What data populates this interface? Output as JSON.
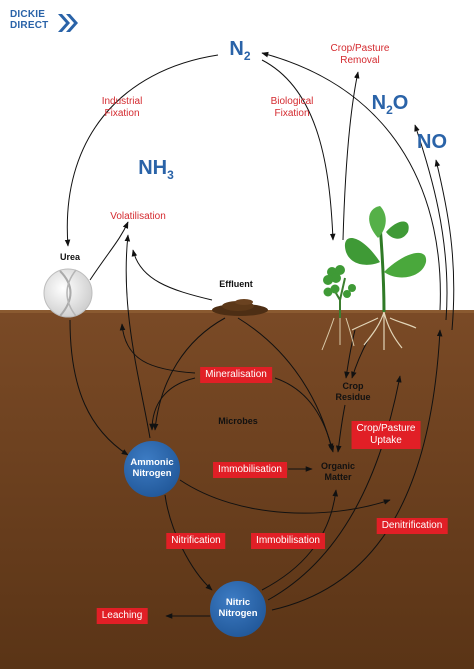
{
  "logo": {
    "line1": "DICKIE",
    "line2": "DIRECT"
  },
  "gases": {
    "n2": "N",
    "n2_sub": "2",
    "n2o": "N",
    "n2o_sub": "2",
    "n2o_tail": "O",
    "no": "NO",
    "nh3": "NH",
    "nh3_sub": "3"
  },
  "process_labels": {
    "industrial_fixation": [
      "Industrial",
      "Fixation"
    ],
    "biological_fixation": [
      "Biological",
      "Fixation"
    ],
    "crop_pasture_removal": [
      "Crop/Pasture",
      "Removal"
    ],
    "volatilisation": "Volatilisation"
  },
  "node_labels": {
    "urea": "Urea",
    "effluent": "Effluent",
    "crop_residue": [
      "Crop",
      "Residue"
    ],
    "microbes": "Microbes",
    "organic_matter": [
      "Organic",
      "Matter"
    ]
  },
  "boxes": {
    "mineralisation": "Mineralisation",
    "crop_pasture_uptake": [
      "Crop/Pasture",
      "Uptake"
    ],
    "immobilisation_1": "Immobilisation",
    "nitrification": "Nitrification",
    "immobilisation_2": "Immobilisation",
    "denitrification": "Denitrification",
    "leaching": "Leaching"
  },
  "circles": {
    "ammonic": [
      "Ammonic",
      "Nitrogen"
    ],
    "nitric": [
      "Nitric",
      "Nitrogen"
    ]
  },
  "colors": {
    "blue": "#2a63a8",
    "red_box": "#e11f26",
    "red_text": "#d42a2f",
    "soil_top": "#7a4a26",
    "soil_bottom": "#5a3416",
    "leaf_green": "#3f9a36"
  }
}
